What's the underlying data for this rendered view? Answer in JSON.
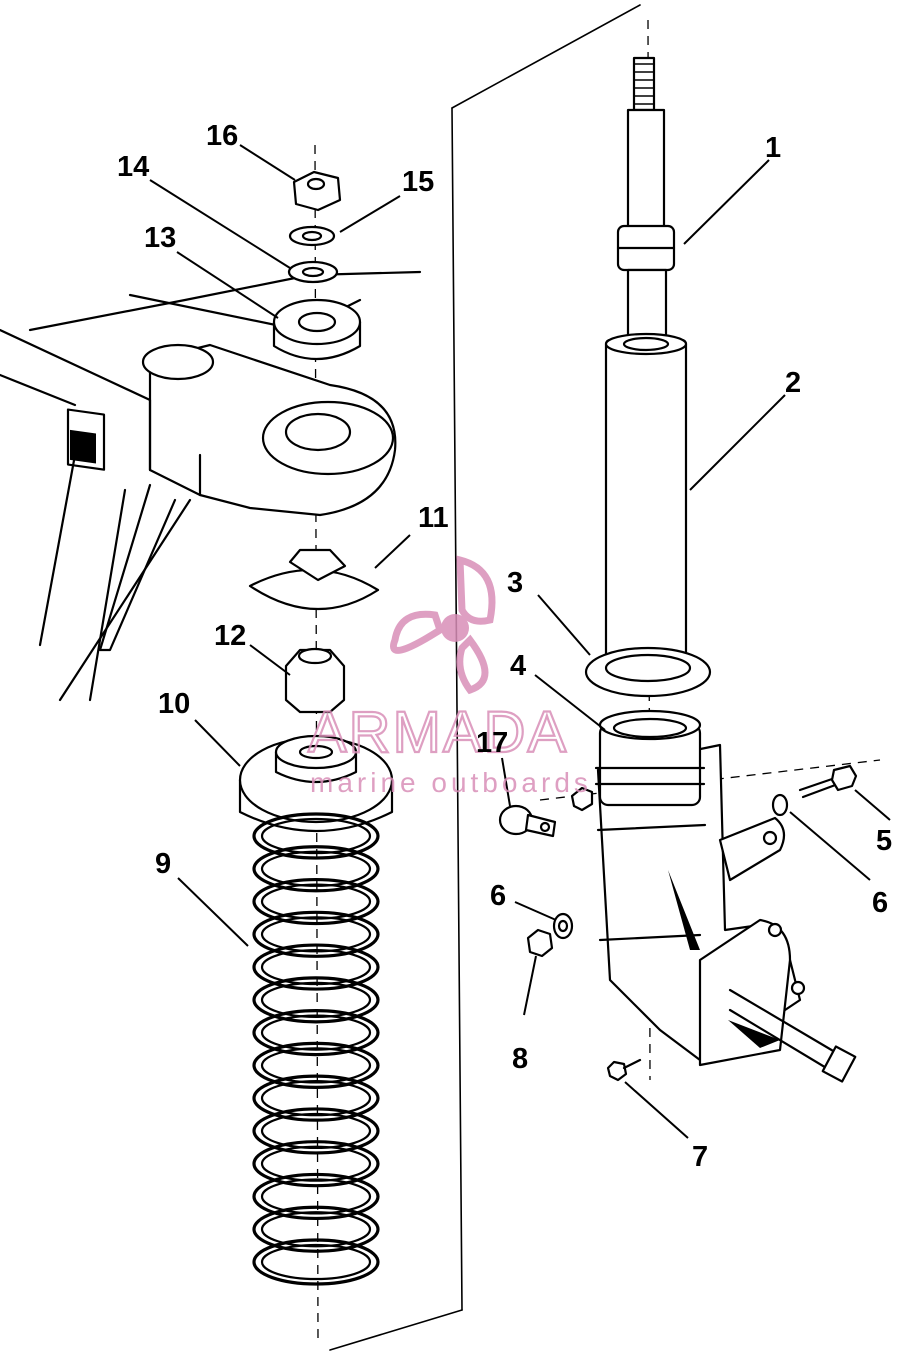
{
  "callouts": [
    {
      "id": "1",
      "label": "1"
    },
    {
      "id": "2",
      "label": "2"
    },
    {
      "id": "3",
      "label": "3"
    },
    {
      "id": "4",
      "label": "4"
    },
    {
      "id": "5",
      "label": "5"
    },
    {
      "id": "6a",
      "label": "6"
    },
    {
      "id": "6b",
      "label": "6"
    },
    {
      "id": "7",
      "label": "7"
    },
    {
      "id": "8",
      "label": "8"
    },
    {
      "id": "9",
      "label": "9"
    },
    {
      "id": "10",
      "label": "10"
    },
    {
      "id": "11",
      "label": "11"
    },
    {
      "id": "12",
      "label": "12"
    },
    {
      "id": "13",
      "label": "13"
    },
    {
      "id": "14",
      "label": "14"
    },
    {
      "id": "15",
      "label": "15"
    },
    {
      "id": "16",
      "label": "16"
    },
    {
      "id": "17",
      "label": "17"
    }
  ],
  "watermark": {
    "brand": "ARMADA",
    "tagline": "marine outboards",
    "color": "#d98fb8",
    "icon": "propeller-icon"
  },
  "colors": {
    "line": "#000000",
    "background": "#ffffff"
  }
}
